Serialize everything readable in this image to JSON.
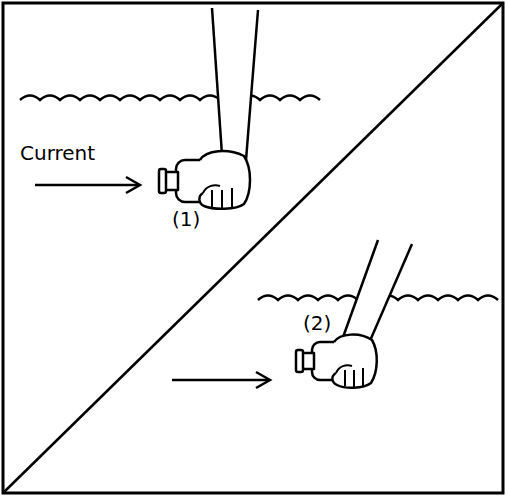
{
  "diagram": {
    "labels": [
      "Current",
      "(1)",
      "(2)"
    ]
  }
}
